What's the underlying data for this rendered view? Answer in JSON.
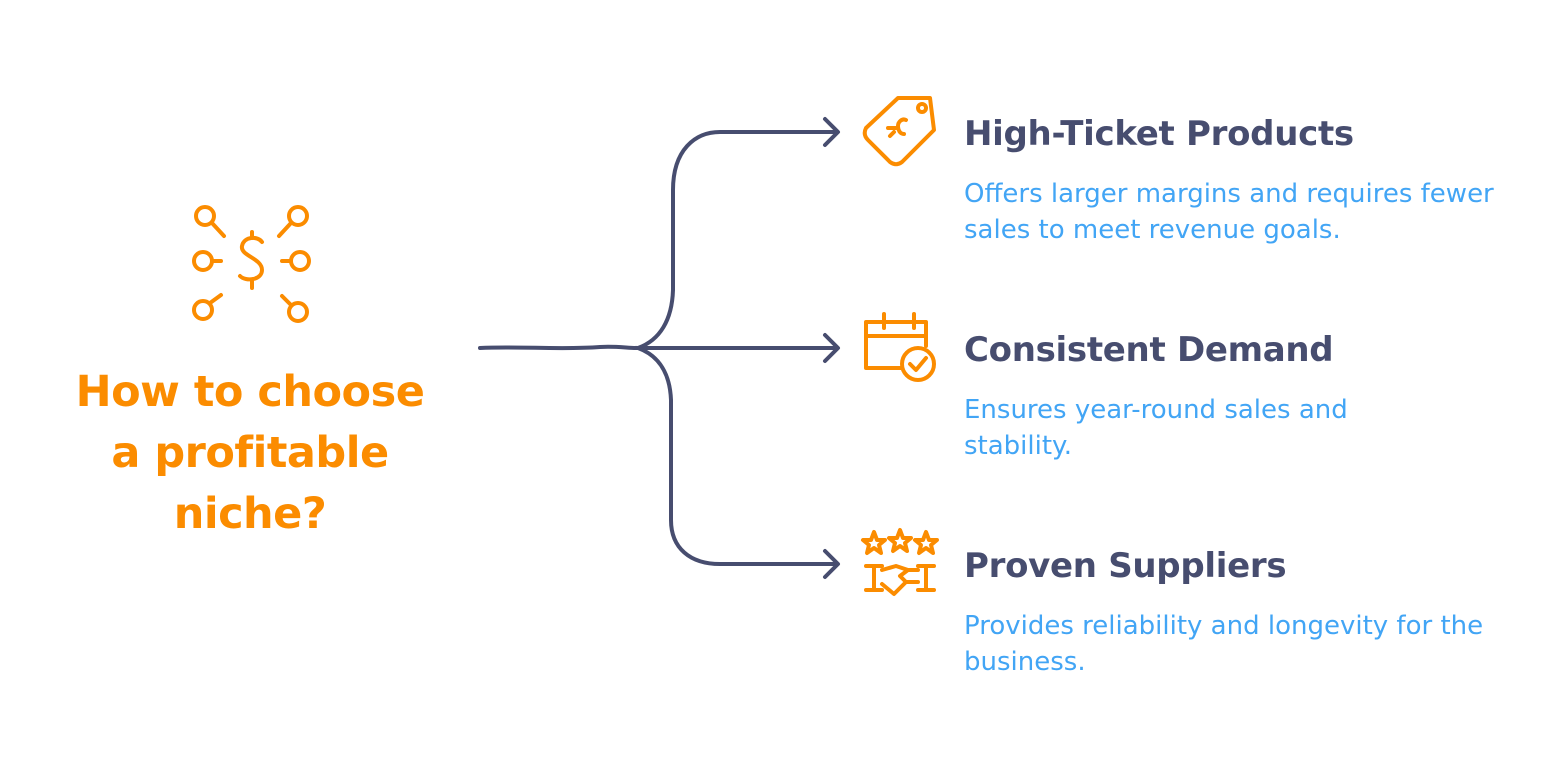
{
  "title": "How to choose a profitable niche?",
  "title_lines": [
    "How to choose",
    "a profitable",
    "niche?"
  ],
  "colors": {
    "accent_orange": "#fb8c00",
    "heading_navy": "#474d6f",
    "description_blue": "#42a5f5",
    "connector": "#474d6f"
  },
  "main_icon": "money-search-network-icon",
  "branches": [
    {
      "icon": "price-tag-icon",
      "title": "High-Ticket Products",
      "description": "Offers larger margins and requires fewer sales to meet revenue goals."
    },
    {
      "icon": "calendar-check-icon",
      "title": "Consistent Demand",
      "description": "Ensures year-round sales and stability."
    },
    {
      "icon": "stars-handshake-icon",
      "title": "Proven Suppliers",
      "description": "Provides reliability and longevity for the business."
    }
  ]
}
